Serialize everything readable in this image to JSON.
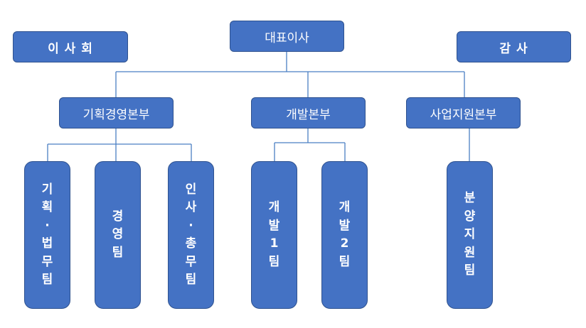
{
  "org": {
    "ceo": "대표이사",
    "board": "이 사 회",
    "audit": "감 사",
    "divisions": [
      {
        "label": "기획경영본부"
      },
      {
        "label": "개발본부"
      },
      {
        "label": "사업지원본부"
      }
    ],
    "teams": [
      {
        "chars": [
          "기",
          "획",
          "·",
          "법",
          "무",
          "팀"
        ]
      },
      {
        "chars": [
          "경",
          "영",
          "팀"
        ]
      },
      {
        "chars": [
          "인",
          "사",
          "·",
          "총",
          "무",
          "팀"
        ]
      },
      {
        "chars": [
          "개",
          "발",
          "1",
          "팀"
        ]
      },
      {
        "chars": [
          "개",
          "발",
          "2",
          "팀"
        ]
      },
      {
        "chars": [
          "분",
          "양",
          "지",
          "원",
          "팀"
        ]
      }
    ]
  },
  "colors": {
    "box_fill": "#4472c4",
    "box_border": "#2f528f",
    "connector": "#4a7fc4",
    "text": "#ffffff"
  }
}
